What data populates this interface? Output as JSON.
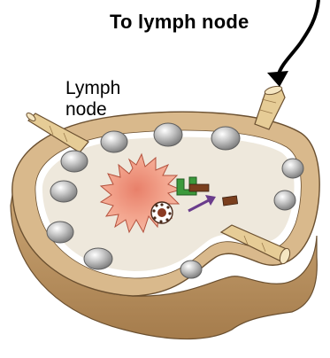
{
  "diagram": {
    "title": "To lymph node",
    "organ_label_lines": [
      "Lymph",
      "node"
    ],
    "colors": {
      "capsule": "#D9B98C",
      "capsule_shade": "#B58F60",
      "interior": "#EEE8DC",
      "follicle": "#A9A9A9",
      "dendritic_cell": "#F4A48C",
      "vessel": "#E6CC96",
      "arrow": "#000000"
    }
  }
}
